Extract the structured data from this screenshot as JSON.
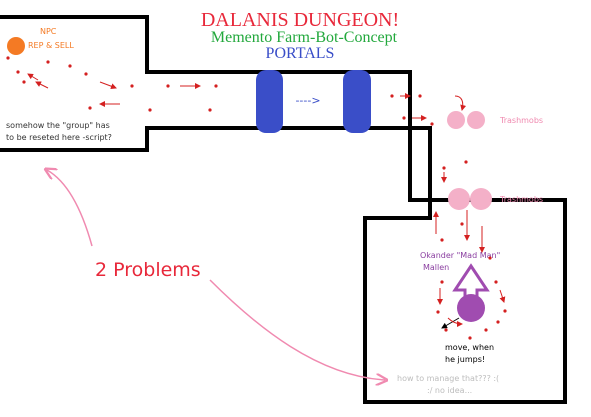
{
  "header": {
    "title": "DALANIS DUNGEON!",
    "subtitle": "Memento Farm-Bot-Concept",
    "section": "PORTALS"
  },
  "colors": {
    "title": "#e8283a",
    "subtitle": "#22a83c",
    "portal": "#3a4ec8",
    "npc": "#f47a24",
    "trash": "#f4b0c8",
    "boss": "#a04cb0",
    "path": "#d42020",
    "label_pink": "#f08ab0",
    "label_purple": "#8a3ea0",
    "note_gray": "#bdbdbd"
  },
  "labels": {
    "npc": "NPC",
    "npc_service": "REP & SELL",
    "portal_arrow": "---->",
    "trash_1": "Trashmobs",
    "trash_2": "Trashmobs",
    "boss_line1": "Okander \"Mad Man\"",
    "boss_line2": "Mallen",
    "move_line1": "move, when",
    "move_line2": "he jumps!",
    "group_note_line1": "somehow the \"group\" has",
    "group_note_line2": "to be reseted here -script?",
    "problems": "2 Problems",
    "manage_line1": "how to manage that??? :(",
    "manage_line2": ":/ no idea..."
  }
}
